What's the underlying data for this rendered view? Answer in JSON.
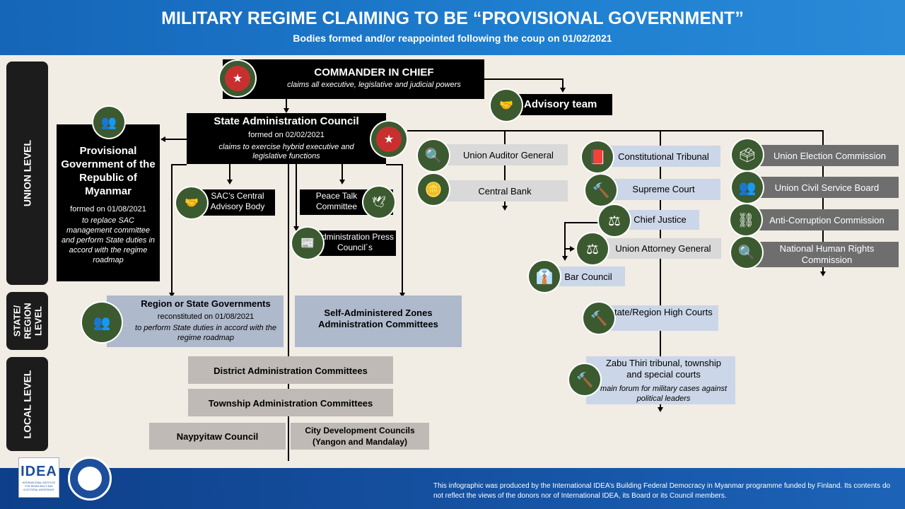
{
  "header": {
    "title": "MILITARY REGIME CLAIMING TO BE “PROVISIONAL GOVERNMENT”",
    "subtitle": "Bodies formed and/or reappointed following the coup on 01/02/2021"
  },
  "levels": {
    "union": "UNION LEVEL",
    "state": "STATE/\nREGION\nLEVEL",
    "local": "LOCAL LEVEL"
  },
  "commander": {
    "title": "COMMANDER IN CHIEF",
    "desc": "claims all executive, legislative and judicial powers"
  },
  "advisory": {
    "title": "Advisory team"
  },
  "sac": {
    "title": "State Administration  Council",
    "formed": "formed on 02/02/2021",
    "desc": "claims to exercise hybrid executive and legislative functions"
  },
  "provisional": {
    "title": "Provisional Government of the Republic of Myanmar",
    "formed": "formed on 01/08/2021",
    "desc": "to replace SAC management committee and perform State duties in accord with the regime roadmap"
  },
  "sac_advisory": "SAC’s Central Advisory Body",
  "peace": "Peace Talk Committee",
  "press": "Administration Press Council´s",
  "region": {
    "title": "Region or State Governments",
    "formed": "reconstituted on 01/08/2021",
    "desc": "to perform State duties in accord with the regime roadmap"
  },
  "zones": "Self-Administered Zones Administration Committees",
  "district": "District Administration Committees",
  "township": "Township Administration Committees",
  "naypyitaw": "Naypyitaw Council",
  "city": "City Development Councils (Yangon and Mandalay)",
  "auditor": "Union Auditor General",
  "bank": "Central Bank",
  "tribunal": "Constitutional Tribunal",
  "supreme": "Supreme Court",
  "chief_justice": "Chief Justice",
  "attorney": "Union Attorney General",
  "bar": "Bar Council",
  "high_courts": "State/Region High Courts",
  "zabu": {
    "title": "Zabu Thiri tribunal, township and special courts",
    "desc": "main forum for military cases against political leaders"
  },
  "election": "Union Election Commission",
  "civil": "Union Civil Service Board",
  "anticorruption": "Anti-Corruption Commission",
  "human_rights": "National Human Rights Commission",
  "logos": {
    "idea": "IDEA",
    "idea_sub": "INTERNATIONAL INSTITUTE FOR DEMOCRACY AND ELECTORAL ASSISTANCE"
  },
  "footer": "This infographic was produced by the International IDEA’s  Building Federal Democracy in Myanmar programme  funded by Finland.  Its contents do not reflect the views of the donors nor of International IDEA,  its Board or its Council members.",
  "colors": {
    "icon_green": "#3b5a2f",
    "header_blue": "#1565b8",
    "background": "#f1ece4"
  }
}
